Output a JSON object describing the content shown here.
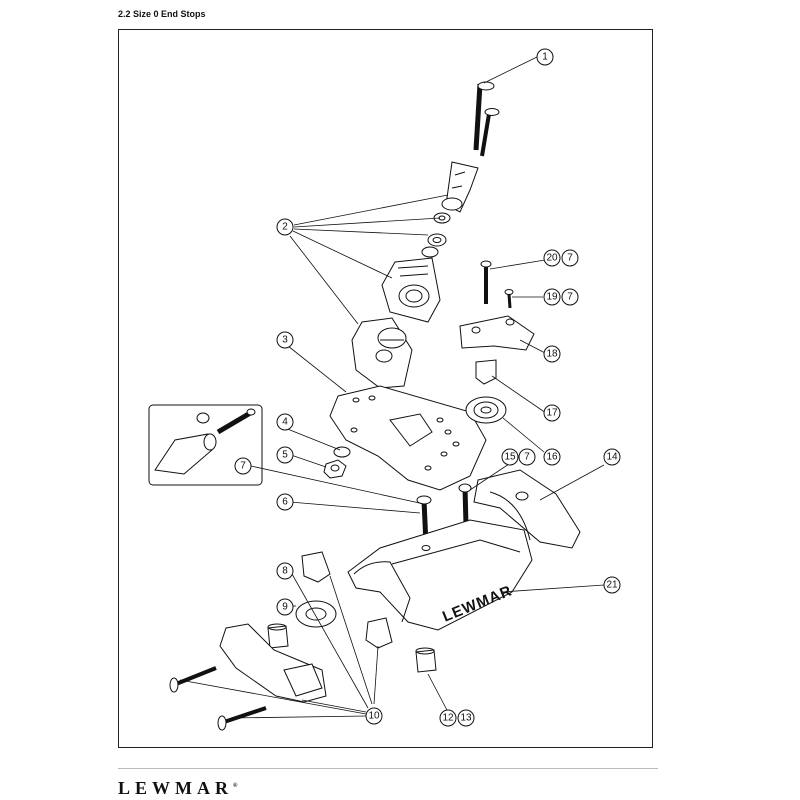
{
  "header": {
    "section_title": "2.2  Size 0 End Stops"
  },
  "diagram": {
    "part_brand_label": "LEWMAR",
    "callouts": [
      "1",
      "2",
      "3",
      "4",
      "5",
      "6",
      "7",
      "8",
      "9",
      "10",
      "12",
      "13",
      "14",
      "15",
      "16",
      "17",
      "18",
      "19",
      "20",
      "21"
    ],
    "callout_pairs": [
      {
        "num": "20",
        "ref": "7"
      },
      {
        "num": "19",
        "ref": "7"
      },
      {
        "num": "15",
        "ref": "7"
      },
      {
        "num": "12",
        "ref": "13"
      }
    ]
  },
  "footer": {
    "brand": "LEWMAR",
    "trademark": "®"
  }
}
